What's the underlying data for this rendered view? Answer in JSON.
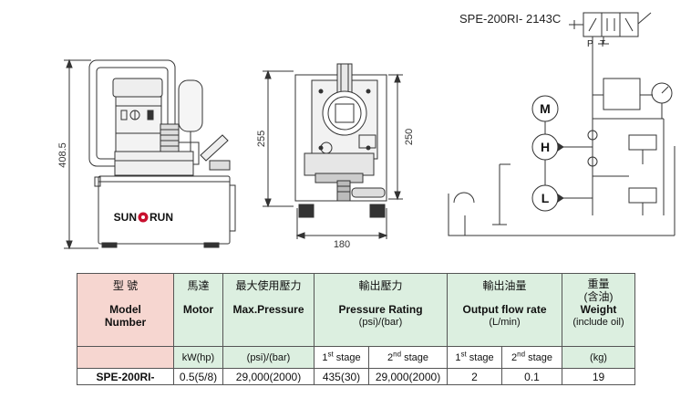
{
  "drawing": {
    "model_code": "SPE-200RI- 2143C",
    "height_dim": "408.5",
    "dim_255": "255",
    "dim_250": "250",
    "dim_180": "180",
    "brand": {
      "left": "SUN",
      "right": "RUN"
    },
    "motor_letter": "M",
    "pump_high": "H",
    "pump_low": "L",
    "port_p": "P",
    "port_t": "T"
  },
  "table": {
    "model": {
      "zh": "型 號",
      "en": "Model\nNumber"
    },
    "motor": {
      "zh": "馬達",
      "en": "Motor",
      "unit": "kW(hp)"
    },
    "max_pressure": {
      "zh": "最大使用壓力",
      "en": "Max.Pressure",
      "unit": "(psi)/(bar)"
    },
    "pressure_rating": {
      "zh": "輸出壓力",
      "en": "Pressure Rating",
      "unit": "(psi)/(bar)"
    },
    "flow_rate": {
      "zh": "輸出油量",
      "en": "Output flow rate",
      "unit": "(L/min)"
    },
    "weight": {
      "zh": "重量\n(含油)",
      "en": "Weight",
      "sub": "(include oil)",
      "unit": "(kg)"
    },
    "stage1": {
      "num": "1",
      "sup": "st",
      "word": " stage"
    },
    "stage2": {
      "num": "2",
      "sup": "nd",
      "word": " stage"
    },
    "row": {
      "model": "SPE-200RI-",
      "motor": "0.5(5/8)",
      "max_pressure": "29,000(2000)",
      "pr_stage1": "435(30)",
      "pr_stage2": "29,000(2000)",
      "flow_stage1": "2",
      "flow_stage2": "0.1",
      "weight": "19"
    }
  }
}
